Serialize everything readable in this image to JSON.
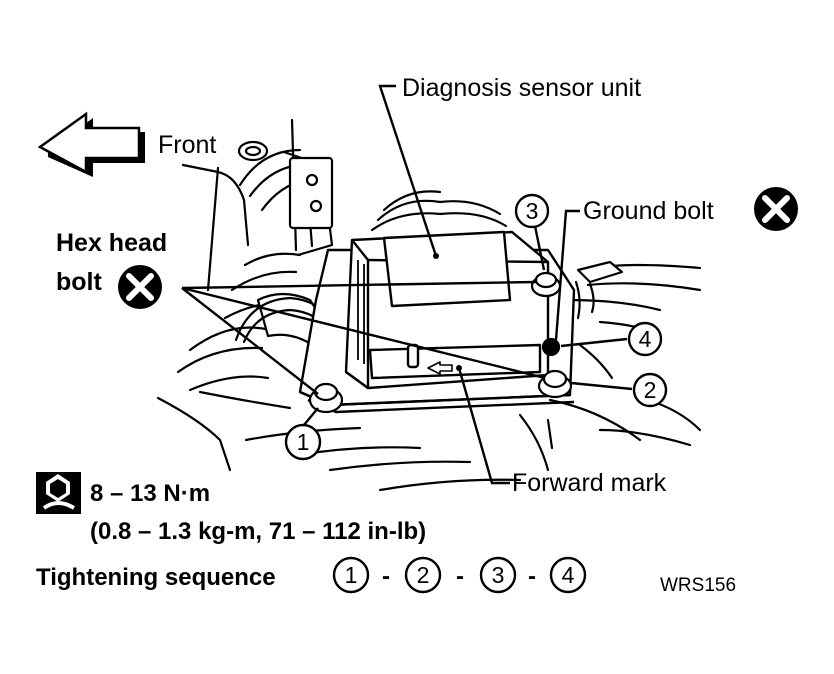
{
  "labels": {
    "diagnosis_sensor_unit": "Diagnosis sensor unit",
    "front": "Front",
    "ground_bolt": "Ground bolt",
    "hex_head_line1": "Hex head",
    "hex_head_line2": "bolt",
    "forward_mark": "Forward mark"
  },
  "callouts": [
    "1",
    "2",
    "3",
    "4"
  ],
  "torque": {
    "value": "8 – 13 N·m",
    "alt": "(0.8 – 1.3 kg-m, 71 – 112  in-lb)"
  },
  "sequence": {
    "label": "Tightening sequence",
    "steps": [
      "1",
      "2",
      "3",
      "4"
    ],
    "separator": "-"
  },
  "figure_code": "WRS156",
  "icons": {
    "front_arrow": "left-arrow-icon",
    "do_not_reuse": "circle-x-icon",
    "torque_wrench": "wrench-icon"
  }
}
